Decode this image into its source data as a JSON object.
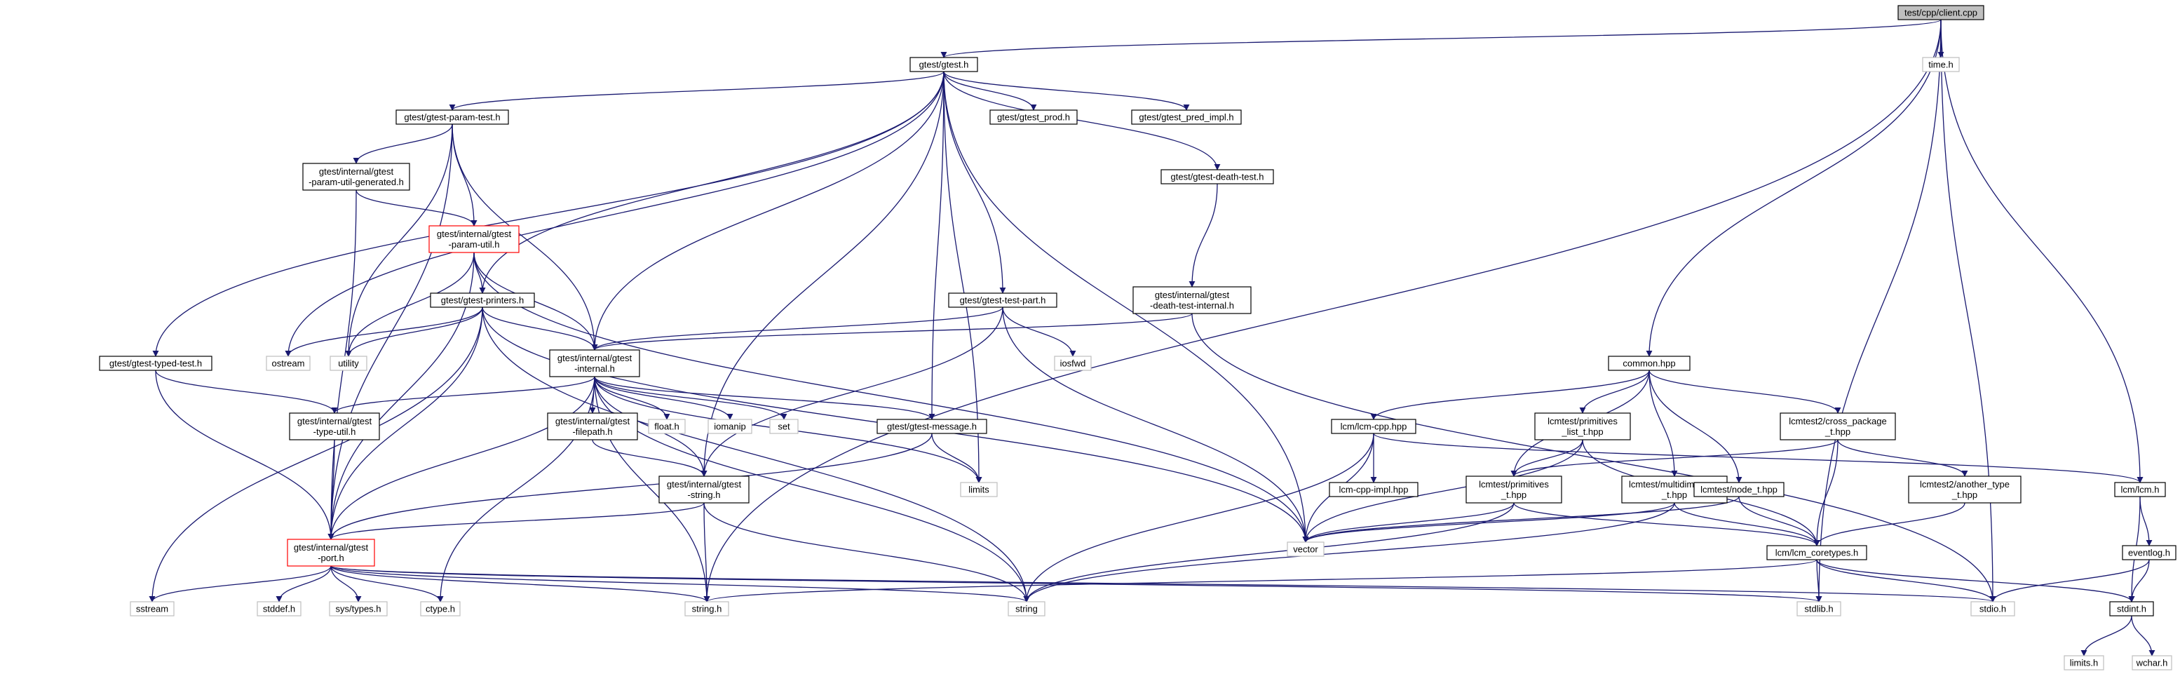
{
  "graph": {
    "title": "test/cpp/client.cpp",
    "colors": {
      "edge": "#191970",
      "root_fill": "#bfbfbf",
      "node_border": "#000000",
      "external_border": "#bfbfbf",
      "highlight_border": "#ff0000"
    },
    "nodes": [
      {
        "id": "client",
        "lines": [
          "test/cpp/client.cpp"
        ],
        "kind": "root"
      },
      {
        "id": "gtest_h",
        "lines": [
          "gtest/gtest.h"
        ],
        "kind": "normal"
      },
      {
        "id": "time_h",
        "lines": [
          "time.h"
        ],
        "kind": "external"
      },
      {
        "id": "param_test",
        "lines": [
          "gtest/gtest-param-test.h"
        ],
        "kind": "normal"
      },
      {
        "id": "gtest_prod",
        "lines": [
          "gtest/gtest_prod.h"
        ],
        "kind": "normal"
      },
      {
        "id": "gtest_pred",
        "lines": [
          "gtest/gtest_pred_impl.h"
        ],
        "kind": "normal"
      },
      {
        "id": "death_test",
        "lines": [
          "gtest/gtest-death-test.h"
        ],
        "kind": "normal"
      },
      {
        "id": "param_util_gen",
        "lines": [
          "gtest/internal/gtest",
          "-param-util-generated.h"
        ],
        "kind": "normal"
      },
      {
        "id": "param_util",
        "lines": [
          "gtest/internal/gtest",
          "-param-util.h"
        ],
        "kind": "highlight"
      },
      {
        "id": "printers",
        "lines": [
          "gtest/gtest-printers.h"
        ],
        "kind": "normal"
      },
      {
        "id": "test_part",
        "lines": [
          "gtest/gtest-test-part.h"
        ],
        "kind": "normal"
      },
      {
        "id": "death_internal",
        "lines": [
          "gtest/internal/gtest",
          "-death-test-internal.h"
        ],
        "kind": "normal"
      },
      {
        "id": "typed_test",
        "lines": [
          "gtest/gtest-typed-test.h"
        ],
        "kind": "normal"
      },
      {
        "id": "ostream",
        "lines": [
          "ostream"
        ],
        "kind": "external"
      },
      {
        "id": "utility",
        "lines": [
          "utility"
        ],
        "kind": "external"
      },
      {
        "id": "internal_h",
        "lines": [
          "gtest/internal/gtest",
          "-internal.h"
        ],
        "kind": "normal"
      },
      {
        "id": "iosfwd",
        "lines": [
          "iosfwd"
        ],
        "kind": "external"
      },
      {
        "id": "type_util",
        "lines": [
          "gtest/internal/gtest",
          "-type-util.h"
        ],
        "kind": "normal"
      },
      {
        "id": "filepath",
        "lines": [
          "gtest/internal/gtest",
          "-filepath.h"
        ],
        "kind": "normal"
      },
      {
        "id": "float_h",
        "lines": [
          "float.h"
        ],
        "kind": "external"
      },
      {
        "id": "iomanip",
        "lines": [
          "iomanip"
        ],
        "kind": "external"
      },
      {
        "id": "set",
        "lines": [
          "set"
        ],
        "kind": "external"
      },
      {
        "id": "message",
        "lines": [
          "gtest/gtest-message.h"
        ],
        "kind": "normal"
      },
      {
        "id": "gstring",
        "lines": [
          "gtest/internal/gtest",
          "-string.h"
        ],
        "kind": "normal"
      },
      {
        "id": "limits",
        "lines": [
          "limits"
        ],
        "kind": "external"
      },
      {
        "id": "port",
        "lines": [
          "gtest/internal/gtest",
          "-port.h"
        ],
        "kind": "highlight"
      },
      {
        "id": "sstream",
        "lines": [
          "sstream"
        ],
        "kind": "external"
      },
      {
        "id": "stddef",
        "lines": [
          "stddef.h"
        ],
        "kind": "external"
      },
      {
        "id": "systypes",
        "lines": [
          "sys/types.h"
        ],
        "kind": "external"
      },
      {
        "id": "ctype",
        "lines": [
          "ctype.h"
        ],
        "kind": "external"
      },
      {
        "id": "string_h",
        "lines": [
          "string.h"
        ],
        "kind": "external"
      },
      {
        "id": "string",
        "lines": [
          "string"
        ],
        "kind": "external"
      },
      {
        "id": "vector",
        "lines": [
          "vector"
        ],
        "kind": "external"
      },
      {
        "id": "common",
        "lines": [
          "common.hpp"
        ],
        "kind": "normal"
      },
      {
        "id": "lcm_cpp",
        "lines": [
          "lcm/lcm-cpp.hpp"
        ],
        "kind": "normal"
      },
      {
        "id": "lcm_cpp_impl",
        "lines": [
          "lcm-cpp-impl.hpp"
        ],
        "kind": "normal"
      },
      {
        "id": "prim_list",
        "lines": [
          "lcmtest/primitives",
          "_list_t.hpp"
        ],
        "kind": "normal"
      },
      {
        "id": "cross_pkg",
        "lines": [
          "lcmtest2/cross_package",
          "_t.hpp"
        ],
        "kind": "normal"
      },
      {
        "id": "primitives",
        "lines": [
          "lcmtest/primitives",
          "_t.hpp"
        ],
        "kind": "normal"
      },
      {
        "id": "multidim",
        "lines": [
          "lcmtest/multidim_array",
          "_t.hpp"
        ],
        "kind": "normal"
      },
      {
        "id": "node_t",
        "lines": [
          "lcmtest/node_t.hpp"
        ],
        "kind": "normal"
      },
      {
        "id": "another",
        "lines": [
          "lcmtest2/another_type",
          "_t.hpp"
        ],
        "kind": "normal"
      },
      {
        "id": "lcm_h",
        "lines": [
          "lcm/lcm.h"
        ],
        "kind": "normal"
      },
      {
        "id": "coretypes",
        "lines": [
          "lcm/lcm_coretypes.h"
        ],
        "kind": "normal"
      },
      {
        "id": "eventlog",
        "lines": [
          "eventlog.h"
        ],
        "kind": "normal"
      },
      {
        "id": "stdlib",
        "lines": [
          "stdlib.h"
        ],
        "kind": "external"
      },
      {
        "id": "stdio",
        "lines": [
          "stdio.h"
        ],
        "kind": "external"
      },
      {
        "id": "stdint",
        "lines": [
          "stdint.h"
        ],
        "kind": "normal"
      },
      {
        "id": "limits_h",
        "lines": [
          "limits.h"
        ],
        "kind": "external"
      },
      {
        "id": "wchar",
        "lines": [
          "wchar.h"
        ],
        "kind": "external"
      }
    ],
    "edges": [
      [
        "client",
        "gtest_h"
      ],
      [
        "client",
        "time_h"
      ],
      [
        "client",
        "common"
      ],
      [
        "client",
        "lcm_h"
      ],
      [
        "client",
        "string_h"
      ],
      [
        "client",
        "stdio"
      ],
      [
        "client",
        "stdlib"
      ],
      [
        "gtest_h",
        "param_test"
      ],
      [
        "gtest_h",
        "gtest_prod"
      ],
      [
        "gtest_h",
        "gtest_pred"
      ],
      [
        "gtest_h",
        "death_test"
      ],
      [
        "gtest_h",
        "typed_test"
      ],
      [
        "gtest_h",
        "printers"
      ],
      [
        "gtest_h",
        "test_part"
      ],
      [
        "gtest_h",
        "message"
      ],
      [
        "gtest_h",
        "internal_h"
      ],
      [
        "gtest_h",
        "gstring"
      ],
      [
        "gtest_h",
        "ostream"
      ],
      [
        "gtest_h",
        "limits"
      ],
      [
        "gtest_h",
        "vector"
      ],
      [
        "param_test",
        "param_util_gen"
      ],
      [
        "param_test",
        "param_util"
      ],
      [
        "param_test",
        "internal_h"
      ],
      [
        "param_test",
        "port"
      ],
      [
        "param_test",
        "utility"
      ],
      [
        "param_util_gen",
        "param_util"
      ],
      [
        "param_util_gen",
        "port"
      ],
      [
        "param_util",
        "printers"
      ],
      [
        "param_util",
        "internal_h"
      ],
      [
        "param_util",
        "port"
      ],
      [
        "param_util",
        "utility"
      ],
      [
        "param_util",
        "vector"
      ],
      [
        "printers",
        "internal_h"
      ],
      [
        "printers",
        "port"
      ],
      [
        "printers",
        "ostream"
      ],
      [
        "printers",
        "utility"
      ],
      [
        "printers",
        "sstream"
      ],
      [
        "printers",
        "string"
      ],
      [
        "printers",
        "vector"
      ],
      [
        "death_test",
        "death_internal"
      ],
      [
        "death_internal",
        "internal_h"
      ],
      [
        "death_internal",
        "stdio"
      ],
      [
        "test_part",
        "internal_h"
      ],
      [
        "test_part",
        "gstring"
      ],
      [
        "test_part",
        "iosfwd"
      ],
      [
        "test_part",
        "vector"
      ],
      [
        "typed_test",
        "type_util"
      ],
      [
        "typed_test",
        "port"
      ],
      [
        "internal_h",
        "port"
      ],
      [
        "internal_h",
        "type_util"
      ],
      [
        "internal_h",
        "filepath"
      ],
      [
        "internal_h",
        "float_h"
      ],
      [
        "internal_h",
        "iomanip"
      ],
      [
        "internal_h",
        "set"
      ],
      [
        "internal_h",
        "message"
      ],
      [
        "internal_h",
        "gstring"
      ],
      [
        "internal_h",
        "limits"
      ],
      [
        "internal_h",
        "ctype"
      ],
      [
        "internal_h",
        "string_h"
      ],
      [
        "internal_h",
        "string"
      ],
      [
        "type_util",
        "port"
      ],
      [
        "filepath",
        "gstring"
      ],
      [
        "message",
        "port"
      ],
      [
        "message",
        "limits"
      ],
      [
        "gstring",
        "port"
      ],
      [
        "gstring",
        "string_h"
      ],
      [
        "gstring",
        "string"
      ],
      [
        "port",
        "sstream"
      ],
      [
        "port",
        "stddef"
      ],
      [
        "port",
        "systypes"
      ],
      [
        "port",
        "ctype"
      ],
      [
        "port",
        "string_h"
      ],
      [
        "port",
        "string"
      ],
      [
        "port",
        "stdlib"
      ],
      [
        "port",
        "stdio"
      ],
      [
        "common",
        "lcm_cpp"
      ],
      [
        "common",
        "prim_list"
      ],
      [
        "common",
        "cross_pkg"
      ],
      [
        "common",
        "primitives"
      ],
      [
        "common",
        "multidim"
      ],
      [
        "common",
        "node_t"
      ],
      [
        "lcm_cpp",
        "lcm_cpp_impl"
      ],
      [
        "lcm_cpp",
        "lcm_h"
      ],
      [
        "lcm_cpp",
        "vector"
      ],
      [
        "lcm_cpp",
        "string"
      ],
      [
        "prim_list",
        "primitives"
      ],
      [
        "prim_list",
        "coretypes"
      ],
      [
        "prim_list",
        "vector"
      ],
      [
        "cross_pkg",
        "primitives"
      ],
      [
        "cross_pkg",
        "another"
      ],
      [
        "cross_pkg",
        "coretypes"
      ],
      [
        "primitives",
        "coretypes"
      ],
      [
        "primitives",
        "vector"
      ],
      [
        "primitives",
        "string"
      ],
      [
        "multidim",
        "coretypes"
      ],
      [
        "multidim",
        "vector"
      ],
      [
        "multidim",
        "string"
      ],
      [
        "node_t",
        "coretypes"
      ],
      [
        "node_t",
        "vector"
      ],
      [
        "another",
        "coretypes"
      ],
      [
        "lcm_h",
        "eventlog"
      ],
      [
        "lcm_h",
        "stdint"
      ],
      [
        "eventlog",
        "stdint"
      ],
      [
        "eventlog",
        "stdio"
      ],
      [
        "coretypes",
        "string_h"
      ],
      [
        "coretypes",
        "stdio"
      ],
      [
        "coretypes",
        "stdlib"
      ],
      [
        "coretypes",
        "stdint"
      ],
      [
        "stdint",
        "limits_h"
      ],
      [
        "stdint",
        "wchar"
      ]
    ]
  }
}
